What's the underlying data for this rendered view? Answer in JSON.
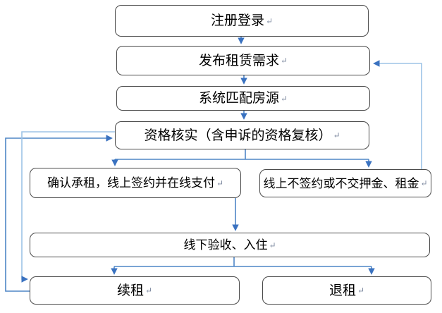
{
  "flowchart": {
    "nodes": {
      "register_login": {
        "label": "注册登录"
      },
      "publish_demand": {
        "label": "发布租赁需求"
      },
      "match_listing": {
        "label": "系统匹配房源"
      },
      "verify_qualification": {
        "label": "资格核实（含申诉的资格复核）"
      },
      "confirm_rent": {
        "label": "确认承租，线上签约并在线支付"
      },
      "no_sign_no_pay": {
        "label": "线上不签约或不交押金、租金"
      },
      "offline_checkin": {
        "label": "线下验收、入住"
      },
      "renew_lease": {
        "label": "续租"
      },
      "terminate_lease": {
        "label": "退租"
      }
    },
    "return_mark": "↵",
    "edges": [
      {
        "from": "register_login",
        "to": "publish_demand"
      },
      {
        "from": "publish_demand",
        "to": "match_listing"
      },
      {
        "from": "match_listing",
        "to": "verify_qualification"
      },
      {
        "from": "verify_qualification",
        "to": "confirm_rent"
      },
      {
        "from": "verify_qualification",
        "to": "no_sign_no_pay"
      },
      {
        "from": "confirm_rent",
        "to": "offline_checkin"
      },
      {
        "from": "no_sign_no_pay",
        "to": "publish_demand"
      },
      {
        "from": "offline_checkin",
        "to": "renew_lease"
      },
      {
        "from": "offline_checkin",
        "to": "terminate_lease"
      },
      {
        "from": "renew_lease",
        "to": "verify_qualification"
      },
      {
        "from": "verify_qualification",
        "to": "renew_lease"
      }
    ],
    "colors": {
      "box_border": "#4a4a4a",
      "connector_medium": "#4e86c6",
      "connector_light": "#9dc3e6",
      "arrowhead": "#3a72c0",
      "return_mark": "#7e8aa0"
    }
  }
}
